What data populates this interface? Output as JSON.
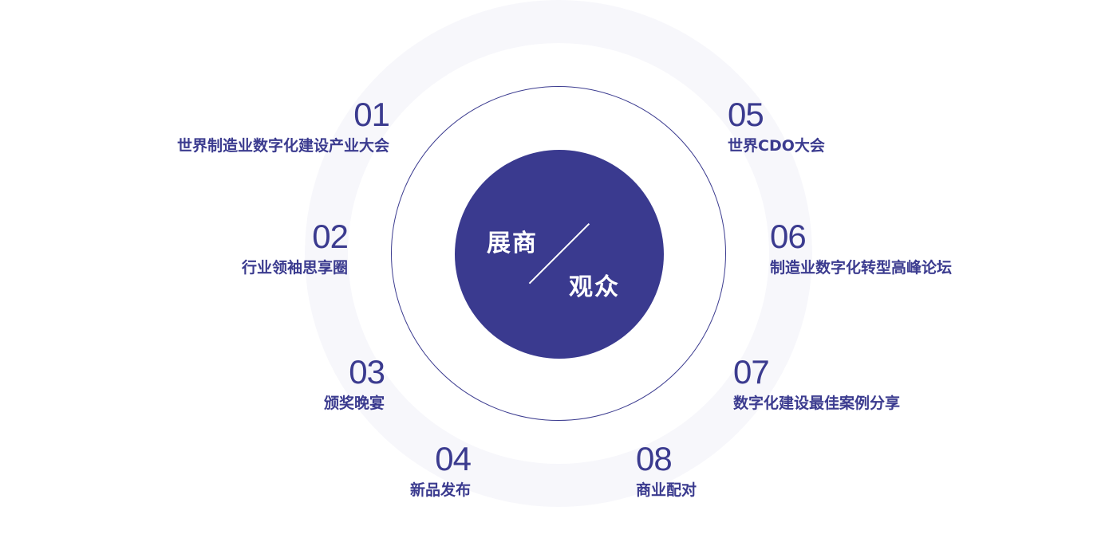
{
  "center": {
    "top": "展商",
    "bottom": "观众"
  },
  "colors": {
    "primary": "#3a3a8f",
    "ring": "#f7f7fb"
  },
  "items": [
    {
      "num": "01",
      "label": "世界制造业数字化建设产业大会"
    },
    {
      "num": "02",
      "label": "行业领袖思享圈"
    },
    {
      "num": "03",
      "label": "颁奖晚宴"
    },
    {
      "num": "04",
      "label": "新品发布"
    },
    {
      "num": "05",
      "label": "世界CDO大会"
    },
    {
      "num": "06",
      "label": "制造业数字化转型高峰论坛"
    },
    {
      "num": "07",
      "label": "数字化建设最佳案例分享"
    },
    {
      "num": "08",
      "label": "商业配对"
    }
  ]
}
